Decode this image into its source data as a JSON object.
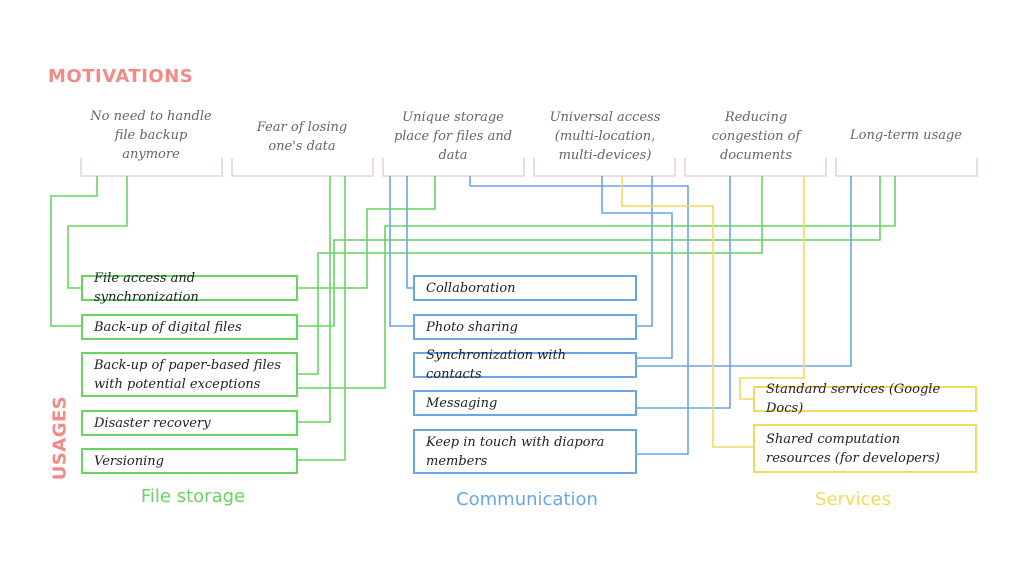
{
  "motivations_title": "MOTIVATIONS",
  "usages_title": "USAGES",
  "motivations": [
    "No need to handle file backup anymore",
    "Fear of losing one's data",
    "Unique storage place for files and data",
    "Universal access (multi-location, multi-devices)",
    "Reducing congestion of documents",
    "Long-term usage"
  ],
  "usages": {
    "file_storage": [
      "File access and synchronization",
      "Back-up of digital files",
      "Back-up of paper-based files with potential exceptions",
      "Disaster recovery",
      "Versioning"
    ],
    "communication": [
      "Collaboration",
      "Photo sharing",
      "Synchronization with contacts",
      "Messaging",
      "Keep in touch with diapora members"
    ],
    "services": [
      "Standard services (Google Docs)",
      "Shared computation resources (for developers)"
    ]
  },
  "categories": {
    "file_storage": "File storage",
    "communication": "Communication",
    "services": "Services"
  },
  "colors": {
    "heading": "#f48a86",
    "file_storage": "#68d461",
    "communication": "#6aa6e6",
    "services": "#f4d95e",
    "bracket": "#e8d3d3"
  }
}
